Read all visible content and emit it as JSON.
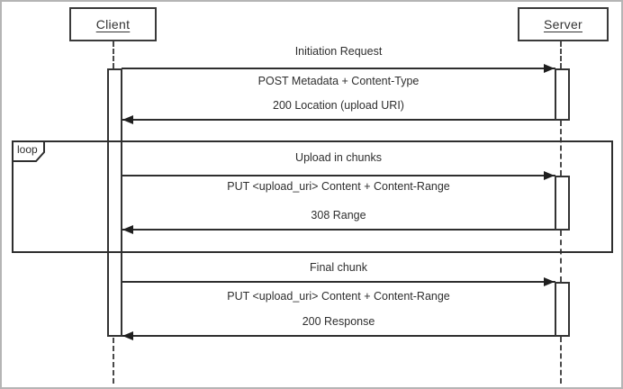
{
  "diagram_type": "uml-sequence",
  "actors": {
    "client": {
      "label": "Client"
    },
    "server": {
      "label": "Server"
    }
  },
  "fragment": {
    "operator": "loop"
  },
  "messages": [
    {
      "kind": "phase-title",
      "text": "Initiation Request"
    },
    {
      "kind": "request",
      "direction": "client-to-server",
      "text": "POST Metadata + Content-Type"
    },
    {
      "kind": "response",
      "direction": "server-to-client",
      "text": "200 Location (upload URI)"
    },
    {
      "kind": "phase-title",
      "in_loop": true,
      "text": "Upload in chunks"
    },
    {
      "kind": "request",
      "direction": "client-to-server",
      "in_loop": true,
      "text": "PUT <upload_uri> Content + Content-Range"
    },
    {
      "kind": "response",
      "direction": "server-to-client",
      "in_loop": true,
      "text": "308 Range"
    },
    {
      "kind": "phase-title",
      "text": "Final chunk"
    },
    {
      "kind": "request",
      "direction": "client-to-server",
      "text": "PUT <upload_uri> Content + Content-Range"
    },
    {
      "kind": "response",
      "direction": "server-to-client",
      "text": "200 Response"
    }
  ],
  "colors": {
    "line": "#2e2e2e",
    "text": "#333333",
    "frame_border": "#b5b5b5",
    "background": "#ffffff"
  }
}
